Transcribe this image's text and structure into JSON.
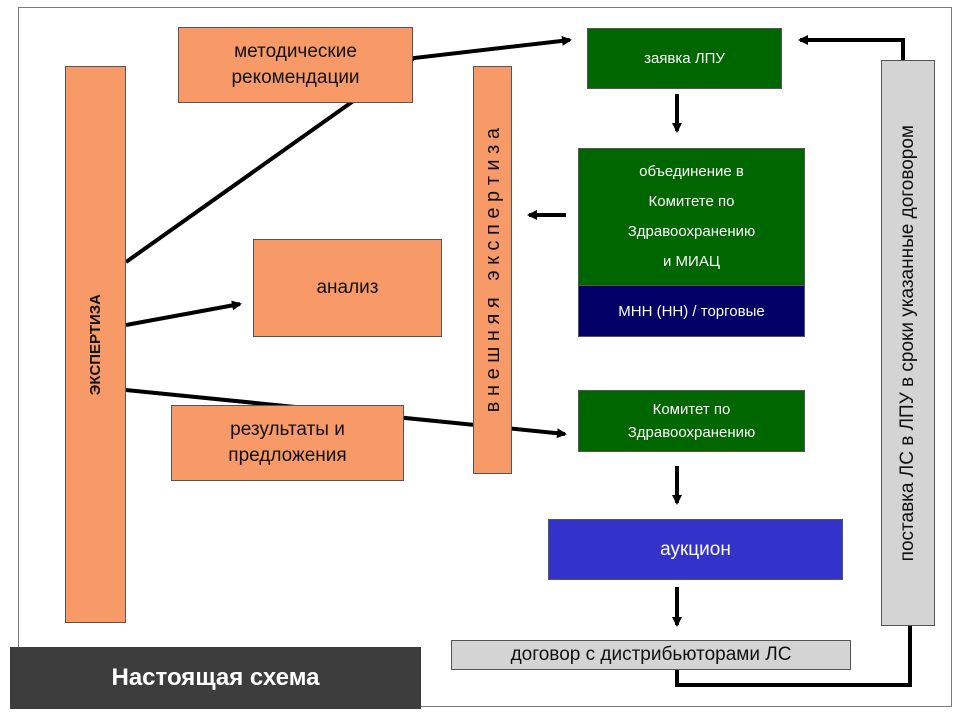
{
  "boxes": {
    "ekspertiza": "ЭКСПЕРТИЗА",
    "metod_rec": "методические\nрекомендации",
    "analiz": "анализ",
    "results": "результаты и\nпредложения",
    "vneshnyaya": "в н е ш н я я   э к с п е р т и з а",
    "zayavka": "заявка ЛПУ",
    "obedinenie": "объединение в\nКомитете по\nЗдравоохранению\nи МИАЦ",
    "mnn": "МНН (НН) / торговые",
    "komitet": "Комитет по\nЗдравоохранению",
    "auction": "аукцион",
    "dogovor": "договор с дистрибьюторами ЛС",
    "postavka": "поставка ЛС в ЛПУ в сроки указанные договором"
  },
  "caption": "Настоящая схема",
  "colors": {
    "salmon": "#f79a68",
    "green": "#006600",
    "navy": "#000066",
    "blue": "#3333cc",
    "grey": "#d4d4d4",
    "caption_bg": "#3d3d3d"
  }
}
